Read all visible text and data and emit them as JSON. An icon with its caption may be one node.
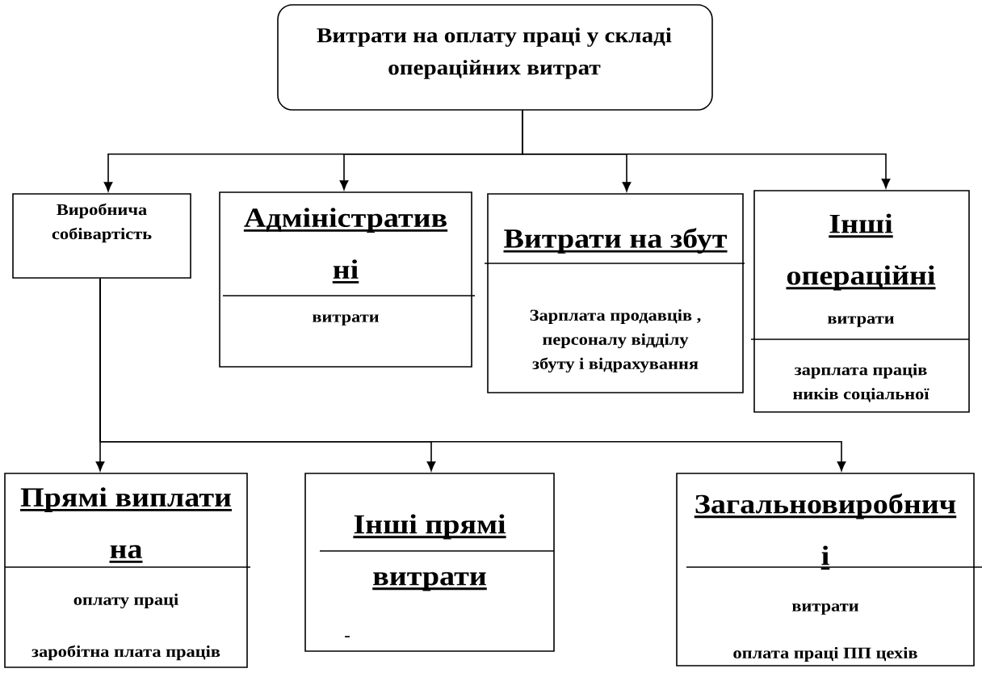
{
  "diagram": {
    "nodes": [
      {
        "text": [
          "Витрати на оплату праці у складі операційних витрат"
        ]
      },
      {
        "text": [
          "Виробнича собівартість"
        ]
      },
      {
        "text": [
          "Адміністратив ні",
          "витрати"
        ]
      },
      {
        "text": [
          "Витрати на збут",
          "Зарплата продавців , персоналу відділу збуту і відрахування"
        ]
      },
      {
        "text": [
          "Інші операційні",
          "витрати",
          "зарплата праців ників соціальної"
        ]
      },
      {
        "text": [
          "Прямі виплати на",
          "оплату праці",
          "заробітна плата праців"
        ]
      },
      {
        "text": [
          "Інші прямі витрати",
          "-"
        ]
      },
      {
        "text": [
          "Загальновиробнич і",
          "витрати",
          "оплата праці ПП цехів"
        ]
      }
    ],
    "edges": [
      {
        "from": 0,
        "to": 1,
        "arrow": "to"
      },
      {
        "from": 0,
        "to": 2,
        "arrow": "to"
      },
      {
        "from": 0,
        "to": 3,
        "arrow": "to"
      },
      {
        "from": 0,
        "to": 4,
        "arrow": "to"
      },
      {
        "from": 1,
        "to": 5,
        "arrow": "to"
      },
      {
        "from": 1,
        "to": 6,
        "arrow": "to"
      },
      {
        "from": 1,
        "to": 7,
        "arrow": "to"
      }
    ]
  }
}
